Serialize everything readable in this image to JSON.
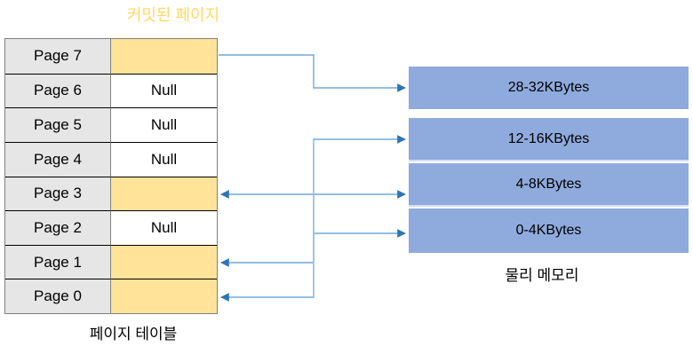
{
  "diagram": {
    "title_committed_pages": "커밋된 페이지",
    "caption_page_table": "페이지 테이블",
    "caption_physical_memory": "물리 메모리",
    "colors": {
      "committed_cell": "#FFE399",
      "label_cell": "#E7E6E6",
      "memory_block": "#8FAADC",
      "connector": "#2E75B6",
      "title": "#FFD966",
      "border": "#000000"
    }
  },
  "page_table": {
    "rows": [
      {
        "label": "Page 7",
        "value": "",
        "committed": true
      },
      {
        "label": "Page 6",
        "value": "Null",
        "committed": false
      },
      {
        "label": "Page 5",
        "value": "Null",
        "committed": false
      },
      {
        "label": "Page 4",
        "value": "Null",
        "committed": false
      },
      {
        "label": "Page 3",
        "value": "",
        "committed": true
      },
      {
        "label": "Page 2",
        "value": "Null",
        "committed": false
      },
      {
        "label": "Page 1",
        "value": "",
        "committed": true
      },
      {
        "label": "Page 0",
        "value": "",
        "committed": true
      }
    ]
  },
  "physical_memory": {
    "blocks": [
      {
        "label": "28-32KBytes"
      },
      {
        "label": "12-16KBytes"
      },
      {
        "label": "4-8KBytes"
      },
      {
        "label": "0-4KBytes"
      }
    ]
  },
  "mappings": [
    {
      "from": "Page 7",
      "to": "28-32KBytes"
    },
    {
      "from": "Page 3",
      "to": "4-8KBytes"
    },
    {
      "from": "Page 1",
      "to": "12-16KBytes"
    },
    {
      "from": "Page 0",
      "to": "0-4KBytes"
    }
  ]
}
